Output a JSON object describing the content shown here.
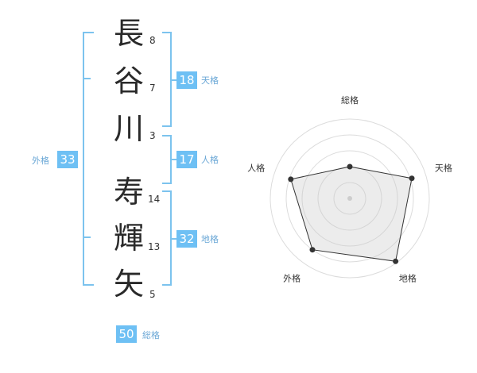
{
  "name_chars": [
    {
      "char": "長",
      "strokes": "8"
    },
    {
      "char": "谷",
      "strokes": "7"
    },
    {
      "char": "川",
      "strokes": "3"
    },
    {
      "char": "寿",
      "strokes": "14"
    },
    {
      "char": "輝",
      "strokes": "13"
    },
    {
      "char": "矢",
      "strokes": "5"
    }
  ],
  "kaku": {
    "tenkaku": {
      "value": "18",
      "label": "天格"
    },
    "jinkaku": {
      "value": "17",
      "label": "人格"
    },
    "chikaku": {
      "value": "32",
      "label": "地格"
    },
    "gaikaku": {
      "value": "33",
      "label": "外格"
    },
    "soukaku": {
      "value": "50",
      "label": "総格"
    }
  },
  "colors": {
    "accent": "#6ec0f4",
    "bracket": "#7cc3ee",
    "label": "#6aa7d6"
  },
  "chart_data": {
    "type": "radar",
    "axes": [
      "総格",
      "天格",
      "地格",
      "外格",
      "人格"
    ],
    "values": [
      0.4,
      0.82,
      0.98,
      0.8,
      0.78
    ],
    "range": [
      0,
      1
    ],
    "rings": 5
  }
}
